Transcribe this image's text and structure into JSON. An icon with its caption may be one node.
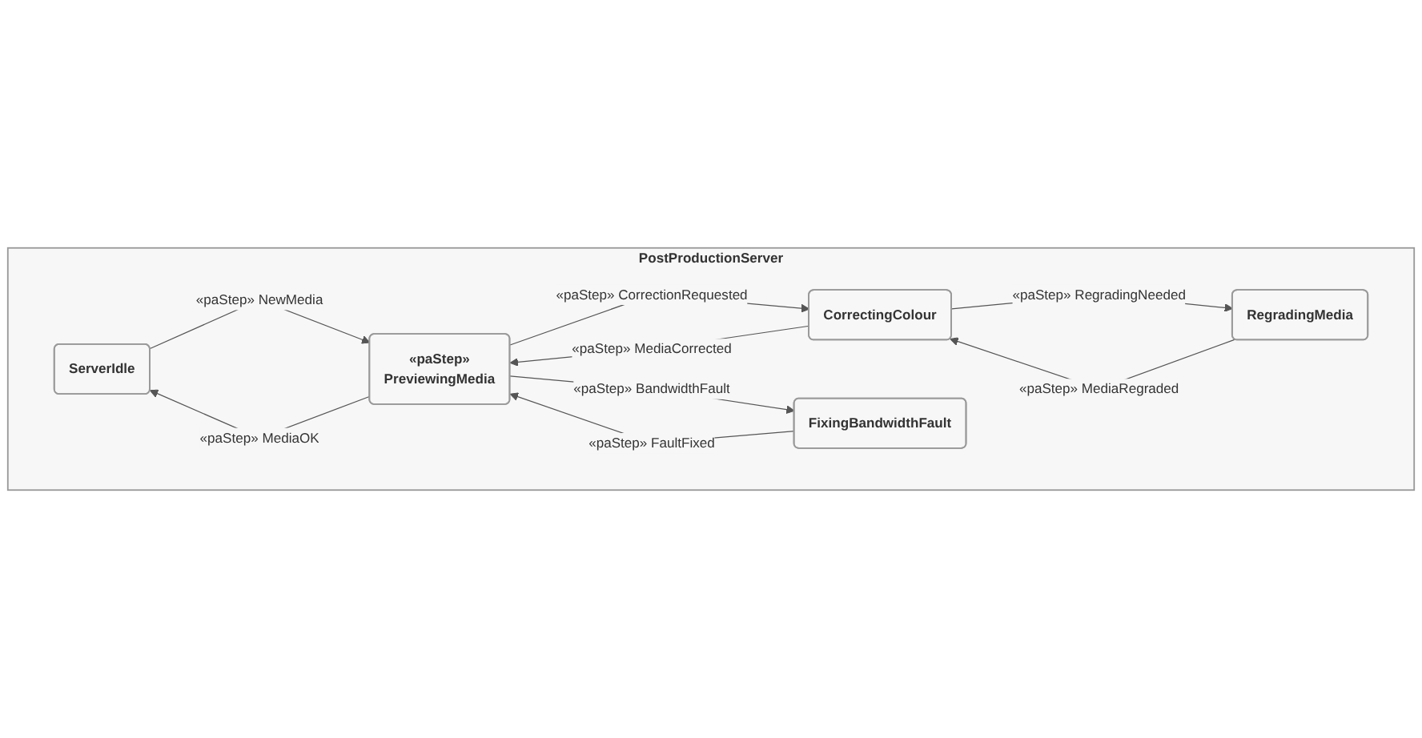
{
  "diagram": {
    "nodes": [
      {
        "text": [
          "PostProductionServer"
        ]
      },
      {
        "text": [
          "ServerIdle"
        ],
        "in": 0
      },
      {
        "text": [
          "«paStep»",
          "PreviewingMedia"
        ],
        "in": 0
      },
      {
        "text": [
          "CorrectingColour"
        ],
        "in": 0
      },
      {
        "text": [
          "FixingBandwidthFault"
        ],
        "in": 0
      },
      {
        "text": [
          "RegradingMedia"
        ],
        "in": 0
      }
    ],
    "edges": [
      {
        "from": 1,
        "to": 2,
        "arrow": "to",
        "label": "«paStep» NewMedia"
      },
      {
        "from": 2,
        "to": 1,
        "arrow": "to",
        "label": "«paStep» MediaOK"
      },
      {
        "from": 2,
        "to": 3,
        "arrow": "to",
        "label": "«paStep» CorrectionRequested"
      },
      {
        "from": 3,
        "to": 2,
        "arrow": "to",
        "label": "«paStep» MediaCorrected"
      },
      {
        "from": 2,
        "to": 4,
        "arrow": "to",
        "label": "«paStep» BandwidthFault"
      },
      {
        "from": 4,
        "to": 2,
        "arrow": "to",
        "label": "«paStep» FaultFixed"
      },
      {
        "from": 3,
        "to": 5,
        "arrow": "to",
        "label": "«paStep» RegradingNeeded"
      },
      {
        "from": 5,
        "to": 3,
        "arrow": "to",
        "label": "«paStep» MediaRegraded"
      }
    ]
  }
}
